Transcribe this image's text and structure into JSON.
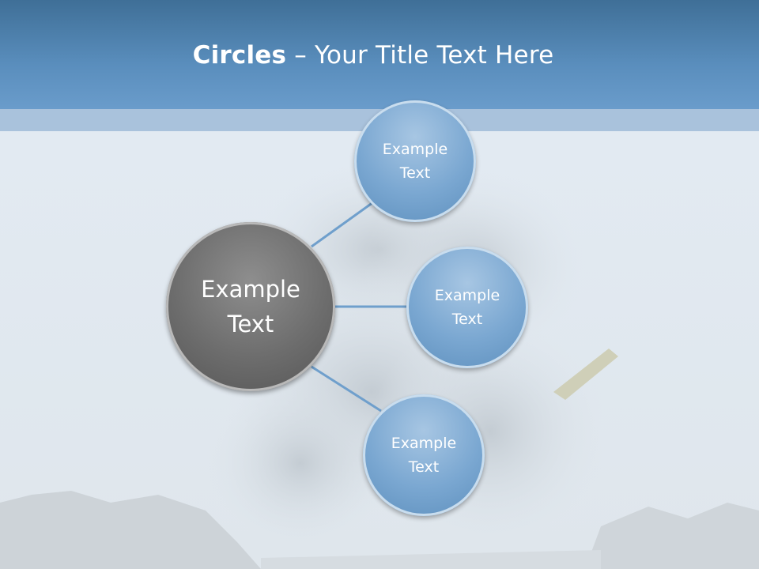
{
  "slide": {
    "title_bold": "Circles",
    "title_rest": " – Your Title Text Here",
    "main_circle": {
      "line1": "Example",
      "line2": "Text"
    },
    "circles": [
      {
        "line1": "Example",
        "line2": "Text"
      },
      {
        "line1": "Example",
        "line2": "Text"
      },
      {
        "line1": "Example",
        "line2": "Text"
      }
    ]
  },
  "colors": {
    "header": "#4a7fad",
    "main_circle": "#6d6d6d",
    "small_circle": "#7aa7d1",
    "connector": "#6f9fcc"
  }
}
